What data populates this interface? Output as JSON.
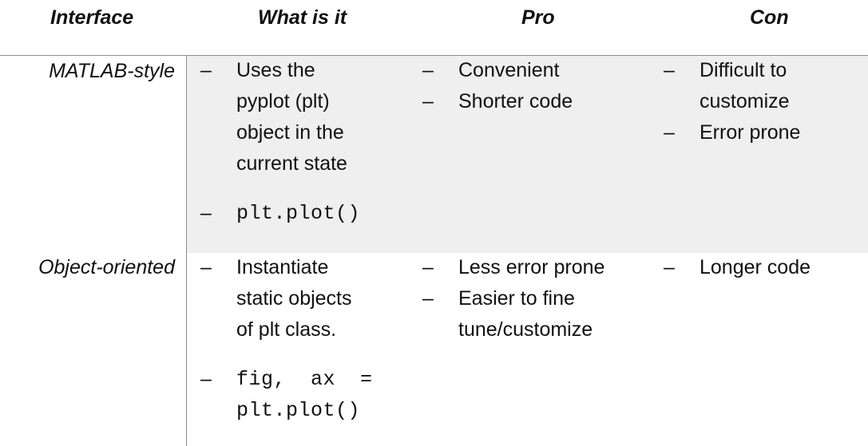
{
  "headers": {
    "interface": "Interface",
    "what": "What is it",
    "pro": "Pro",
    "con": "Con"
  },
  "bullet": "–",
  "rows": [
    {
      "interface": "MATLAB-style",
      "what_lines": [
        "Uses the",
        "pyplot (plt)",
        "object in the",
        "current state"
      ],
      "what_code_lines": [
        "plt.plot()"
      ],
      "pro": [
        [
          "Convenient"
        ],
        [
          "Shorter code"
        ]
      ],
      "con": [
        [
          "Difficult to",
          "customize"
        ],
        [
          "Error prone"
        ]
      ]
    },
    {
      "interface": "Object-oriented",
      "what_lines": [
        "Instantiate",
        "static objects",
        "of plt class."
      ],
      "what_code_lines": [
        "fig,  ax  =",
        "plt.plot()"
      ],
      "pro": [
        [
          "Less error prone"
        ],
        [
          "Easier to fine",
          "tune/customize"
        ]
      ],
      "con": [
        [
          "Longer code"
        ]
      ]
    }
  ]
}
